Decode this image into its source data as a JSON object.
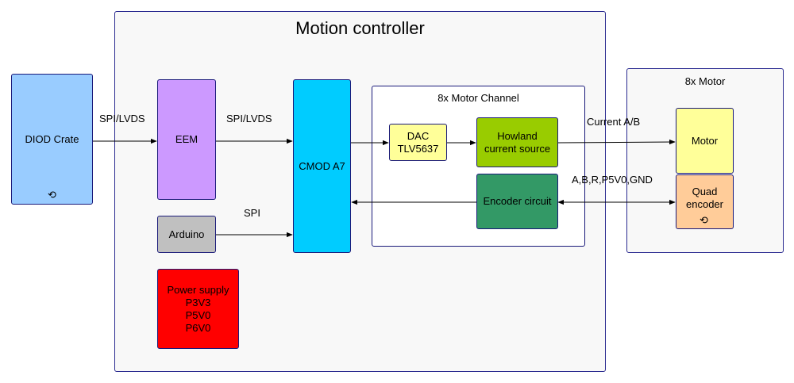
{
  "motion_controller": {
    "title": "Motion controller",
    "eem": "EEM",
    "cmod": "CMOD A7",
    "arduino": "Arduino",
    "power_supply": [
      "Power supply",
      "P3V3",
      "P5V0",
      "P6V0"
    ]
  },
  "diod_crate": {
    "label": "DIOD Crate",
    "icon": "refresh-icon"
  },
  "motor_channel": {
    "title": "8x Motor Channel",
    "dac": [
      "DAC",
      "TLV5637"
    ],
    "howland": [
      "Howland",
      "current source"
    ],
    "encoder": "Encoder circuit"
  },
  "motor_group": {
    "title": "8x Motor",
    "motor": "Motor",
    "quad_encoder": [
      "Quad",
      "encoder"
    ]
  },
  "links": {
    "crate_to_eem": "SPI/LVDS",
    "eem_to_cmod": "SPI/LVDS",
    "arduino_to_cmod": "SPI",
    "current": "Current A/B",
    "encoder_signals": "A,B,R,P5V0,GND"
  },
  "colors": {
    "crate": "#99ccff",
    "eem": "#cc99ff",
    "cmod": "#00ccff",
    "arduino": "#c0c0c0",
    "power": "#ff0000",
    "dac": "#ffff99",
    "howland": "#99cc00",
    "encoder": "#339966",
    "motor": "#ffff99",
    "quad": "#ffcc99"
  }
}
